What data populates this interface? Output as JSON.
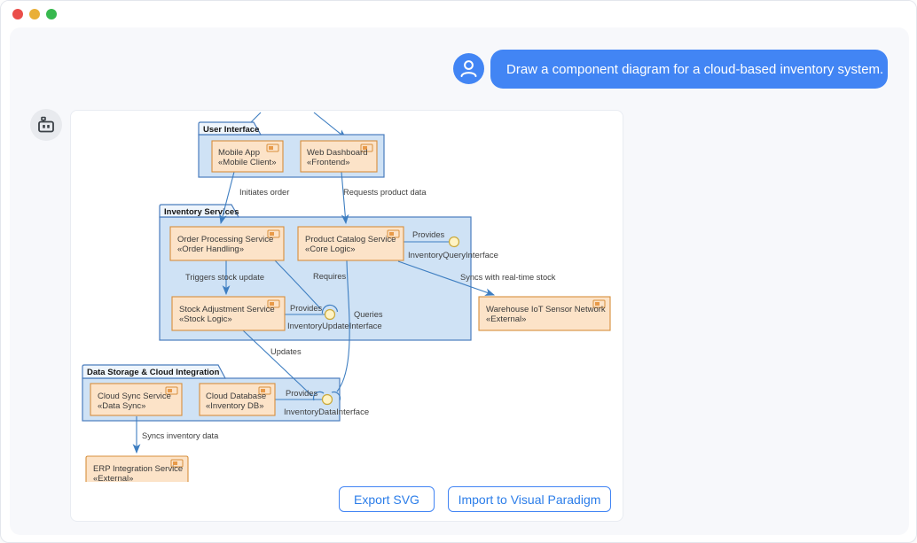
{
  "window": {
    "traffic_lights": {
      "close": "close",
      "minimize": "minimize",
      "maximize": "maximize"
    }
  },
  "chat": {
    "user_message": "Draw a component diagram for a cloud-based inventory system."
  },
  "actions": {
    "export_svg": "Export SVG",
    "import_vp": "Import to Visual Paradigm"
  },
  "diagram": {
    "packages": {
      "user_interface": {
        "label": "User Interface"
      },
      "inventory_services": {
        "label": "Inventory Services"
      },
      "data_storage": {
        "label": "Data Storage & Cloud Integration"
      }
    },
    "components": {
      "mobile_app": {
        "name": "Mobile App",
        "stereotype": "«Mobile Client»"
      },
      "web_dashboard": {
        "name": "Web Dashboard",
        "stereotype": "«Frontend»"
      },
      "order_processing": {
        "name": "Order Processing Service",
        "stereotype": "«Order Handling»"
      },
      "product_catalog": {
        "name": "Product Catalog Service",
        "stereotype": "«Core Logic»"
      },
      "stock_adjustment": {
        "name": "Stock Adjustment Service",
        "stereotype": "«Stock Logic»"
      },
      "warehouse_iot": {
        "name": "Warehouse IoT Sensor Network",
        "stereotype": "«External»"
      },
      "cloud_sync": {
        "name": "Cloud Sync Service",
        "stereotype": "«Data Sync»"
      },
      "cloud_database": {
        "name": "Cloud Database",
        "stereotype": "«Inventory DB»"
      },
      "erp_integration": {
        "name": "ERP Integration Service",
        "stereotype": "«External»"
      }
    },
    "edge_labels": {
      "initiates_order": "Initiates order",
      "requests_product_data": "Requests product data",
      "triggers_stock_update": "Triggers stock update",
      "requires": "Requires",
      "queries": "Queries",
      "updates": "Updates",
      "syncs_realtime": "Syncs with real-time stock",
      "syncs_inventory": "Syncs inventory data",
      "provides_query": "Provides",
      "provides_update": "Provides",
      "provides_data": "Provides"
    },
    "interfaces": {
      "query": "InventoryQueryInterface",
      "update": "InventoryUpdateInterface",
      "data": "InventoryDataInterface"
    }
  },
  "colors": {
    "accent_blue": "#4285f4",
    "chat_background": "#f7f8fb",
    "package_fill": "#cfe2f5",
    "package_border": "#4a7dbd",
    "component_fill": "#fce3c8",
    "component_border": "#d78f3c",
    "interface_fill": "#fff3c4",
    "interface_border": "#c9a83a",
    "connector_line": "#3e7ec1",
    "traffic_red": "#ea4e4a",
    "traffic_yellow": "#e9af37",
    "traffic_green": "#37b84e"
  }
}
